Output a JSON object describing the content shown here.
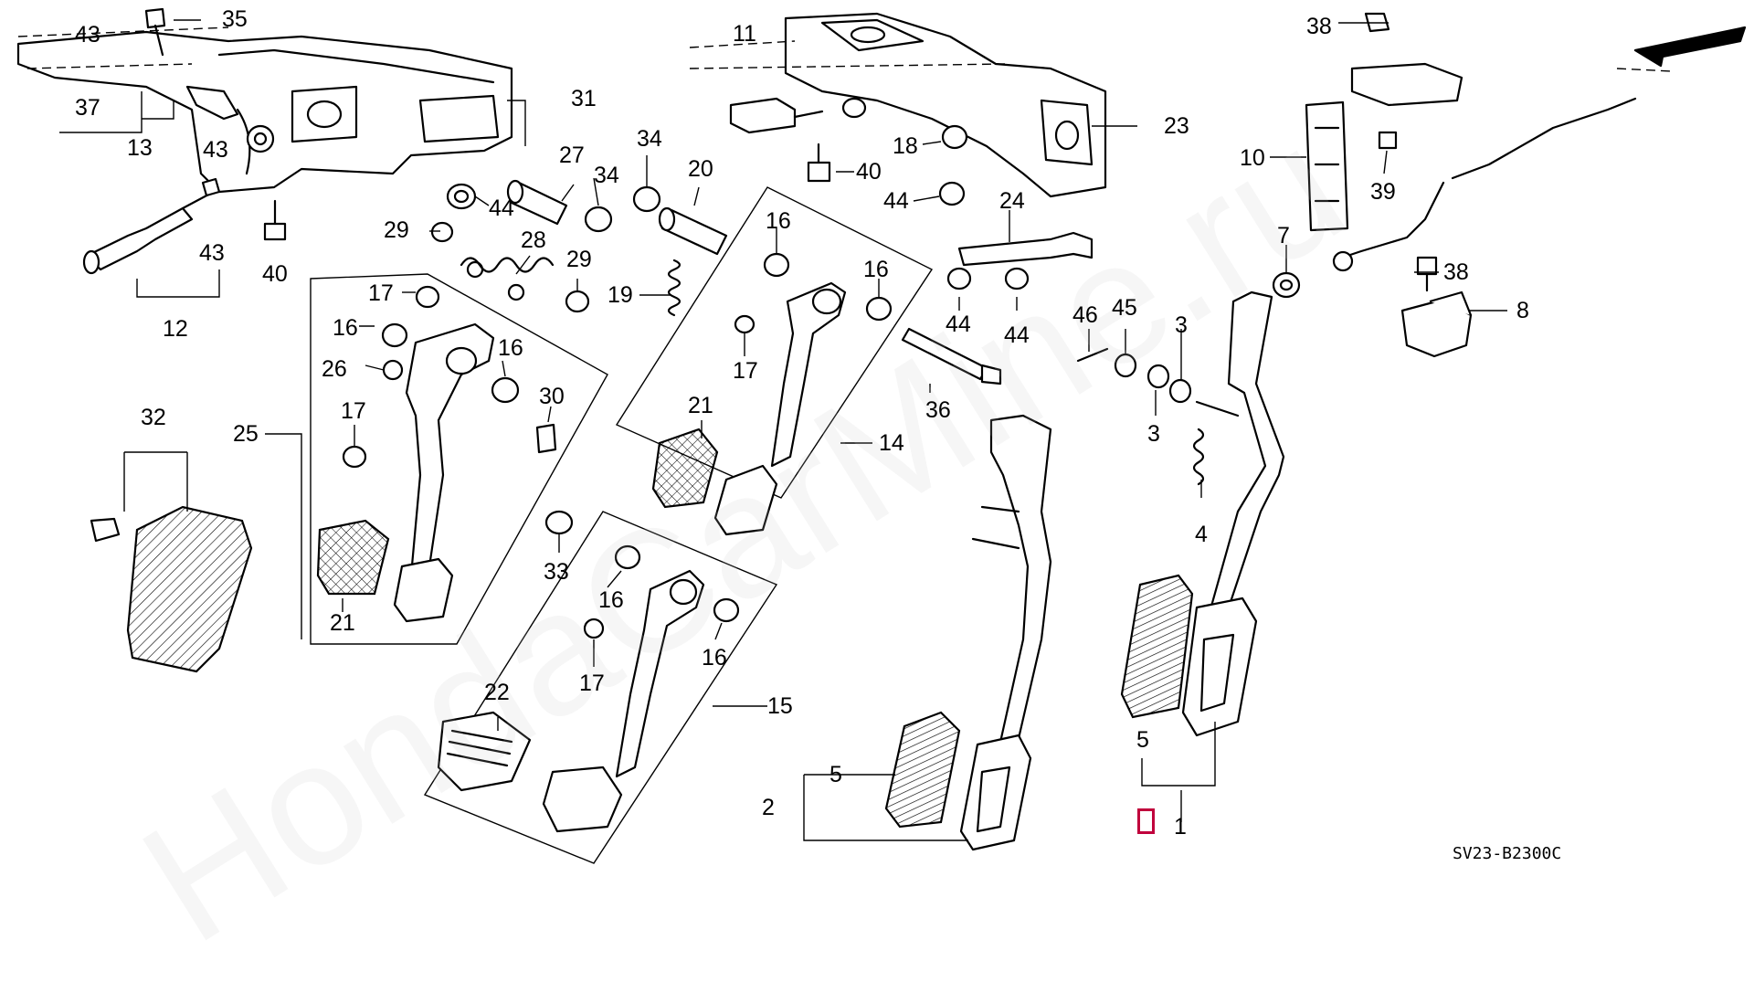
{
  "diagram": {
    "code": "SV23-B2300C",
    "watermark": "HondaCarMine.ru",
    "callouts": {
      "c35": "35",
      "c43a": "43",
      "c37": "37",
      "c13": "13",
      "c43b": "43",
      "c43c": "43",
      "c12": "12",
      "c40a": "40",
      "c31": "31",
      "c44a": "44",
      "c29a": "29",
      "c27": "27",
      "c34a": "34",
      "c34b": "34",
      "c20": "20",
      "c28": "28",
      "c29b": "29",
      "c19": "19",
      "c11": "11",
      "c18": "18",
      "c40b": "40",
      "c44b": "44",
      "c23": "23",
      "c24": "24",
      "c44c": "44",
      "c44d": "44",
      "c36": "36",
      "c46": "46",
      "c45": "45",
      "c3a": "3",
      "c3b": "3",
      "c4": "4",
      "c7": "7",
      "c10": "10",
      "c38a": "38",
      "c39": "39",
      "c38b": "38",
      "c8": "8",
      "c17a": "17",
      "c16a": "16",
      "c26": "26",
      "c16b": "16",
      "c17b": "17",
      "c30": "30",
      "c25": "25",
      "c21a": "21",
      "c32": "32",
      "c16c": "16",
      "c16d": "16",
      "c17c": "17",
      "c21b": "21",
      "c14": "14",
      "c33": "33",
      "c16e": "16",
      "c16f": "16",
      "c17d": "17",
      "c22": "22",
      "c15": "15",
      "c5a": "5",
      "c2": "2",
      "c5b": "5",
      "c1": "1"
    }
  }
}
